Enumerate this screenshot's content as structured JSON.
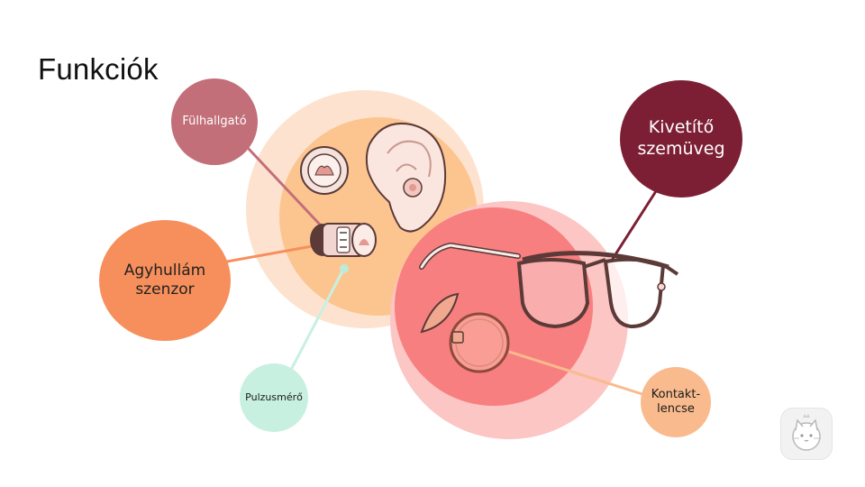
{
  "page": {
    "title": "Funkciók"
  },
  "features": {
    "fulhallgato": "Fülhallgató",
    "agyhullam_line1": "Agyhullám",
    "agyhullam_line2": "szenzor",
    "pulzusmero": "Pulzusmérő",
    "kivetito_line1": "Kivetítő",
    "kivetito_line2": "szemüveg",
    "kontaktlencse_line1": "Kontakt-",
    "kontaktlencse_line2": "lencse"
  },
  "colors": {
    "fulhallgato": "#c26f7a",
    "agyhullam": "#f68f5b",
    "pulzusmero": "#c8f0e1",
    "kivetito": "#7c1f35",
    "kontaktlencse": "#f9bb8e",
    "orange_zone": "#fcc08a",
    "red_zone": "#f7787a"
  },
  "icons": [
    "ear-icon",
    "earbud-icon",
    "headband-sensor-icon",
    "glasses-icon",
    "contact-lens-icon",
    "cat-logo-icon"
  ]
}
